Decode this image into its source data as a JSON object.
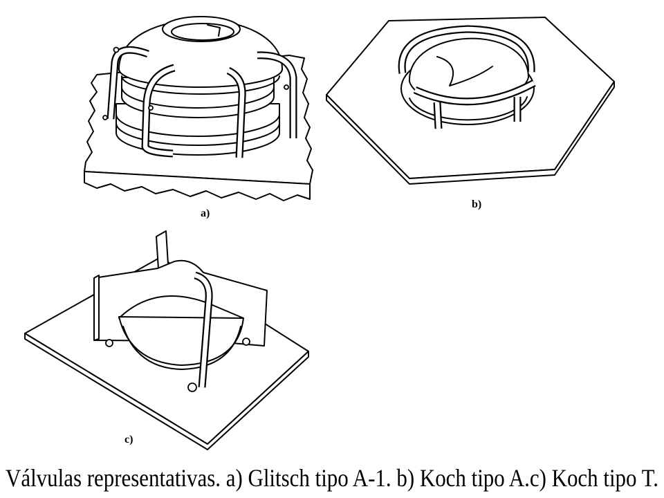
{
  "figure": {
    "panels": [
      {
        "label": "a)"
      },
      {
        "label": "b)"
      },
      {
        "label": "c)"
      }
    ],
    "caption": "Válvulas representativas. a) Glitsch tipo A-1. b) Koch tipo A.c) Koch tipo T."
  },
  "colors": {
    "ink": "#000000",
    "background": "#ffffff"
  }
}
